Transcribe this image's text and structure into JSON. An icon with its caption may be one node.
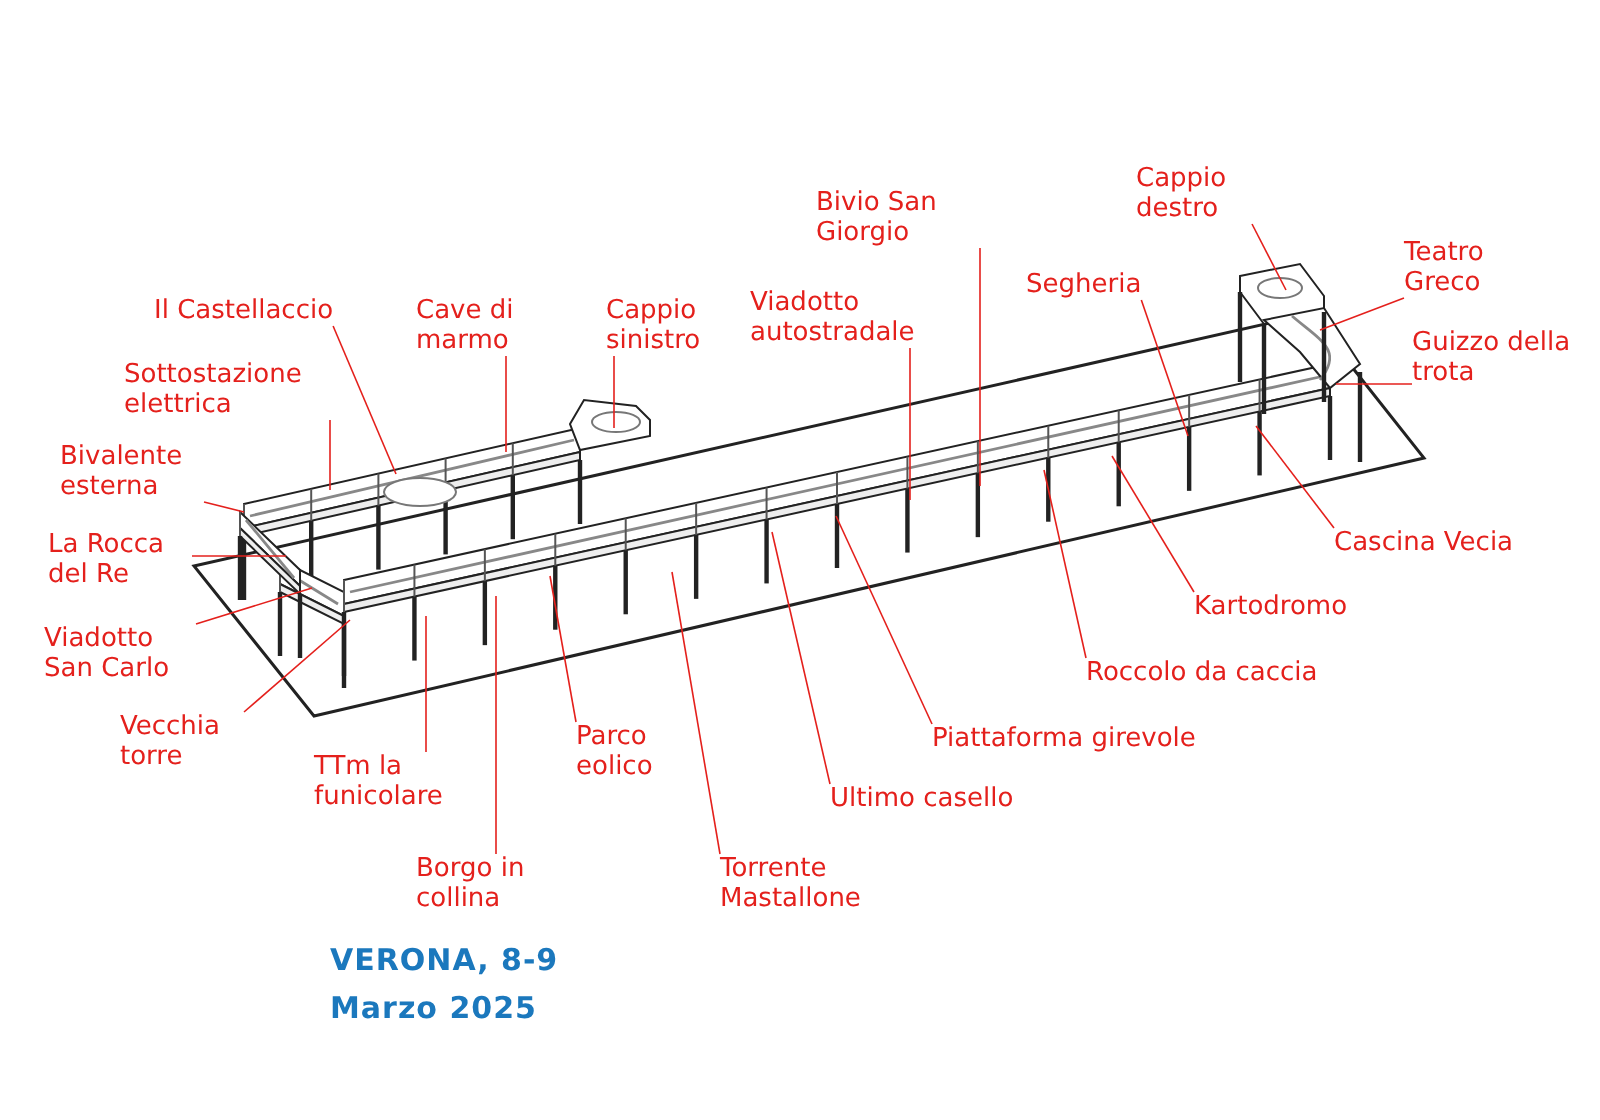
{
  "diagram": {
    "nodes": [
      {
        "text": [
          "Il Castellaccio"
        ]
      },
      {
        "text": [
          "Cave di marmo"
        ]
      },
      {
        "text": [
          "Cappio sinistro"
        ]
      },
      {
        "text": [
          "Viadotto autostradale"
        ]
      },
      {
        "text": [
          "Bivio San Giorgio"
        ]
      },
      {
        "text": [
          "Cappio destro"
        ]
      },
      {
        "text": [
          "Segheria"
        ]
      },
      {
        "text": [
          "Teatro Greco"
        ]
      },
      {
        "text": [
          "Guizzo della trota"
        ]
      },
      {
        "text": [
          "Sottostazione elettrica"
        ]
      },
      {
        "text": [
          "Bivalente esterna"
        ]
      },
      {
        "text": [
          "La Rocca del Re"
        ]
      },
      {
        "text": [
          "Viadotto San Carlo"
        ]
      },
      {
        "text": [
          "Vecchia torre"
        ]
      },
      {
        "text": [
          "TTm la funicolare"
        ]
      },
      {
        "text": [
          "Parco eolico"
        ]
      },
      {
        "text": [
          "Borgo in collina"
        ]
      },
      {
        "text": [
          "Torrente Mastallone"
        ]
      },
      {
        "text": [
          "Ultimo casello"
        ]
      },
      {
        "text": [
          "Piattaforma girevole"
        ]
      },
      {
        "text": [
          "Roccolo da caccia"
        ]
      },
      {
        "text": [
          "Kartodromo"
        ]
      },
      {
        "text": [
          "Cascina Vecia"
        ]
      }
    ],
    "edges": [
      {
        "from": 0,
        "to": null,
        "arrow": "none"
      },
      {
        "from": 1,
        "to": null,
        "arrow": "none"
      },
      {
        "from": 2,
        "to": null,
        "arrow": "none"
      },
      {
        "from": 3,
        "to": null,
        "arrow": "none"
      },
      {
        "from": 4,
        "to": null,
        "arrow": "none"
      },
      {
        "from": 5,
        "to": null,
        "arrow": "none"
      },
      {
        "from": 6,
        "to": null,
        "arrow": "none"
      },
      {
        "from": 7,
        "to": null,
        "arrow": "none"
      },
      {
        "from": 8,
        "to": null,
        "arrow": "none"
      },
      {
        "from": 9,
        "to": null,
        "arrow": "none"
      },
      {
        "from": 10,
        "to": null,
        "arrow": "none"
      },
      {
        "from": 11,
        "to": null,
        "arrow": "none"
      },
      {
        "from": 12,
        "to": null,
        "arrow": "none"
      },
      {
        "from": 13,
        "to": null,
        "arrow": "none"
      },
      {
        "from": 14,
        "to": null,
        "arrow": "none"
      },
      {
        "from": 15,
        "to": null,
        "arrow": "none"
      },
      {
        "from": 16,
        "to": null,
        "arrow": "none"
      },
      {
        "from": 17,
        "to": null,
        "arrow": "none"
      },
      {
        "from": 18,
        "to": null,
        "arrow": "none"
      },
      {
        "from": 19,
        "to": null,
        "arrow": "none"
      },
      {
        "from": 20,
        "to": null,
        "arrow": "none"
      },
      {
        "from": 21,
        "to": null,
        "arrow": "none"
      },
      {
        "from": 22,
        "to": null,
        "arrow": "none"
      }
    ],
    "labels": [
      "VERONA, 8-9 Marzo 2025"
    ]
  }
}
